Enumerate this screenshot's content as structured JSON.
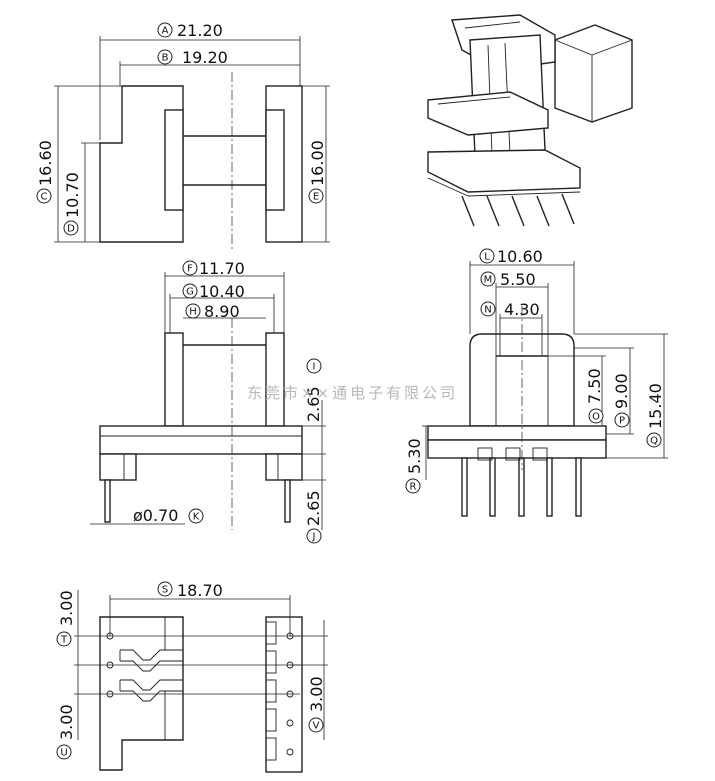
{
  "watermark": "东莞市××通电子有限公司",
  "dimensions": {
    "A": {
      "letter": "A",
      "value": "21.20"
    },
    "B": {
      "letter": "B",
      "value": "19.20"
    },
    "C": {
      "letter": "C",
      "value": "16.60"
    },
    "D": {
      "letter": "D",
      "value": "10.70"
    },
    "E": {
      "letter": "E",
      "value": "16.00"
    },
    "F": {
      "letter": "F",
      "value": "11.70"
    },
    "G": {
      "letter": "G",
      "value": "10.40"
    },
    "H": {
      "letter": "H",
      "value": "8.90"
    },
    "I": {
      "letter": "I",
      "value": "2.65"
    },
    "J": {
      "letter": "J",
      "value": "2.65"
    },
    "K": {
      "letter": "K",
      "value": "ø0.70"
    },
    "L": {
      "letter": "L",
      "value": "10.60"
    },
    "M": {
      "letter": "M",
      "value": "5.50"
    },
    "N": {
      "letter": "N",
      "value": "4.30"
    },
    "O": {
      "letter": "O",
      "value": "7.50"
    },
    "P": {
      "letter": "P",
      "value": "9.00"
    },
    "Q": {
      "letter": "Q",
      "value": "15.40"
    },
    "R": {
      "letter": "R",
      "value": "5.30"
    },
    "S": {
      "letter": "S",
      "value": "18.70"
    },
    "T": {
      "letter": "T",
      "value": "3.00"
    },
    "U": {
      "letter": "U",
      "value": "3.00"
    },
    "V": {
      "letter": "V",
      "value": "3.00"
    }
  }
}
